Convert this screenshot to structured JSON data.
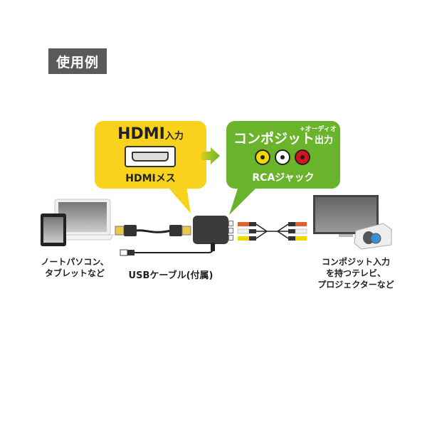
{
  "header": {
    "title": "使用例",
    "badge_color": "#5a5a5a"
  },
  "input_callout": {
    "title": "HDMI",
    "title_suffix": "入力",
    "connector_icon": "hdmi-port-icon",
    "subtitle": "HDMIメス",
    "color": "#f8d21d"
  },
  "flow_arrow": {
    "icon": "right-arrow-icon",
    "color": "#8cc63f"
  },
  "output_callout": {
    "title": "コンポジット",
    "title_suffix": "出力",
    "title_note": "+オーディオ",
    "jacks": [
      {
        "name": "yellow",
        "color": "#f4d800"
      },
      {
        "name": "white",
        "color": "#ffffff"
      },
      {
        "name": "red",
        "color": "#d8121a"
      }
    ],
    "subtitle": "RCAジャック",
    "color": "#6ab42c"
  },
  "devices": {
    "source_label_line1": "ノートパソコン、",
    "source_label_line2": "タブレットなど",
    "usb_label": "USBケーブル(付属)",
    "dest_label_line1": "コンポジット入力",
    "dest_label_line2": "を持つテレビ、",
    "dest_label_line3": "プロジェクターなど"
  },
  "cable_colors": {
    "red": "#e06030",
    "white": "#f0f0f0",
    "yellow": "#f0d800"
  }
}
